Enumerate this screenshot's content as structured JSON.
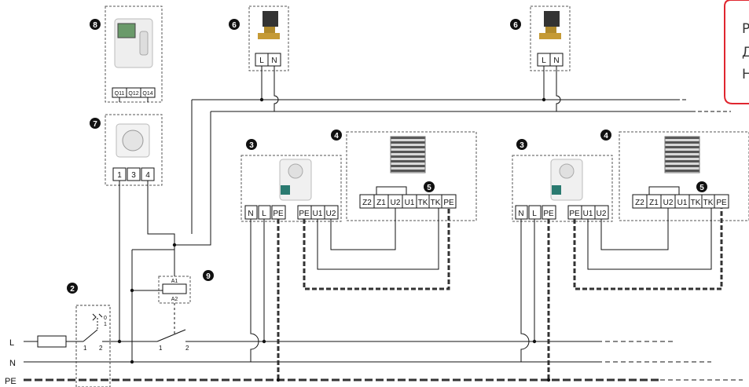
{
  "bus": {
    "L": "L",
    "N": "N",
    "PE": "PE"
  },
  "markers": {
    "m2": "2",
    "m3": "3",
    "m4": "4",
    "m5": "5",
    "m6": "6",
    "m7": "7",
    "m8": "8",
    "m9": "9"
  },
  "valve_terminals": [
    "L",
    "N"
  ],
  "timer_terminals": [
    "Q11",
    "Q12",
    "Q14"
  ],
  "thermostat_terminals": [
    "1",
    "3",
    "4"
  ],
  "controller_terminals": [
    "N",
    "L",
    "PE"
  ],
  "heater_feed_terminals": [
    "PE",
    "U1",
    "U2"
  ],
  "heater_terminals": [
    "Z2",
    "Z1",
    "U2",
    "U1",
    "TK",
    "TK",
    "PE"
  ],
  "contactor": {
    "a1": "A1",
    "a2": "A2"
  },
  "main_switch": {
    "in": "1",
    "out": "2",
    "off": "0",
    "on": "1"
  },
  "contactor_switch": {
    "in": "1",
    "out": "2"
  },
  "note_lines": [
    "Р",
    "Д",
    "Н"
  ],
  "colors": {
    "line": "#111111",
    "dashed_box": "#555555",
    "note_border": "#e0262f",
    "pe_dash": "#333333"
  }
}
